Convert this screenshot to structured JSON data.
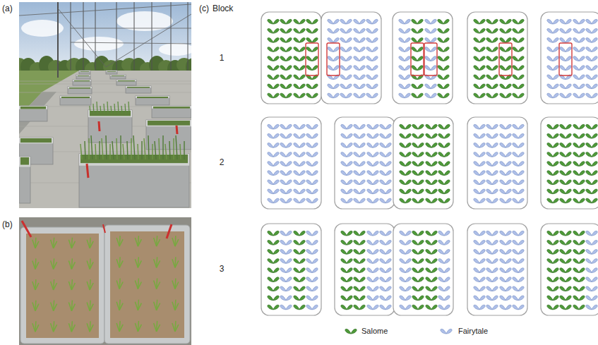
{
  "diagram": {
    "labels": [
      "(a)",
      "(b)",
      "(c)",
      "Block",
      "1",
      "2",
      "3"
    ],
    "legend": [
      {
        "text": "Salome"
      },
      {
        "text": "Fairytale"
      }
    ]
  }
}
